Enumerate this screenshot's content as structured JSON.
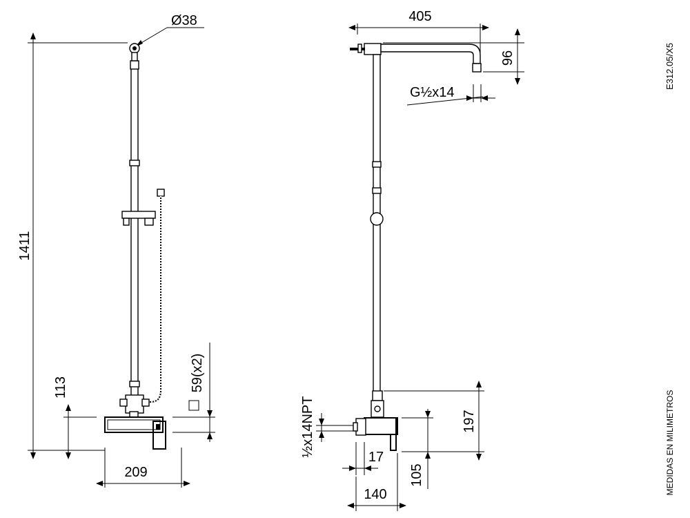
{
  "dimensions": {
    "total_height": "1411",
    "head_diameter": "Ø38",
    "wall_mount_height": "113",
    "square_fitting": "59(x2)",
    "mixer_projection": "209",
    "arm_length": "405",
    "arm_drop": "96",
    "thread_head": "G½x14",
    "inlet_thread": "½x14NPT",
    "inlet_offset": "17",
    "upper_connection": "197",
    "lower_connection": "105",
    "body_depth": "140"
  },
  "labels": {
    "drawing_code": "E312.05/X5",
    "units_note": "MEDIDAS EN MILIMETROS"
  }
}
